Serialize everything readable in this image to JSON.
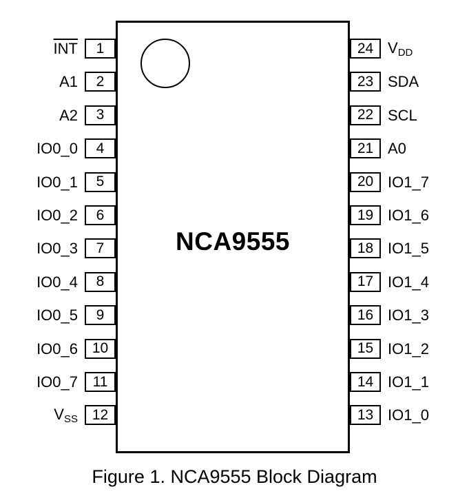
{
  "chip": {
    "title": "NCA9555"
  },
  "caption": "Figure 1. NCA9555 Block Diagram",
  "pins_left": [
    {
      "num": "1",
      "label": "INT",
      "overline": true
    },
    {
      "num": "2",
      "label": "A1"
    },
    {
      "num": "3",
      "label": "A2"
    },
    {
      "num": "4",
      "label": "IO0_0"
    },
    {
      "num": "5",
      "label": "IO0_1"
    },
    {
      "num": "6",
      "label": "IO0_2"
    },
    {
      "num": "7",
      "label": "IO0_3"
    },
    {
      "num": "8",
      "label": "IO0_4"
    },
    {
      "num": "9",
      "label": "IO0_5"
    },
    {
      "num": "10",
      "label": "IO0_6"
    },
    {
      "num": "11",
      "label": "IO0_7"
    },
    {
      "num": "12",
      "label": "V",
      "sub": "SS"
    }
  ],
  "pins_right": [
    {
      "num": "24",
      "label": "V",
      "sub": "DD"
    },
    {
      "num": "23",
      "label": "SDA"
    },
    {
      "num": "22",
      "label": "SCL"
    },
    {
      "num": "21",
      "label": "A0"
    },
    {
      "num": "20",
      "label": "IO1_7"
    },
    {
      "num": "19",
      "label": "IO1_6"
    },
    {
      "num": "18",
      "label": "IO1_5"
    },
    {
      "num": "17",
      "label": "IO1_4"
    },
    {
      "num": "16",
      "label": "IO1_3"
    },
    {
      "num": "15",
      "label": "IO1_2"
    },
    {
      "num": "14",
      "label": "IO1_1"
    },
    {
      "num": "13",
      "label": "IO1_0"
    }
  ],
  "colors": {
    "line": "#000000",
    "background": "#ffffff"
  }
}
